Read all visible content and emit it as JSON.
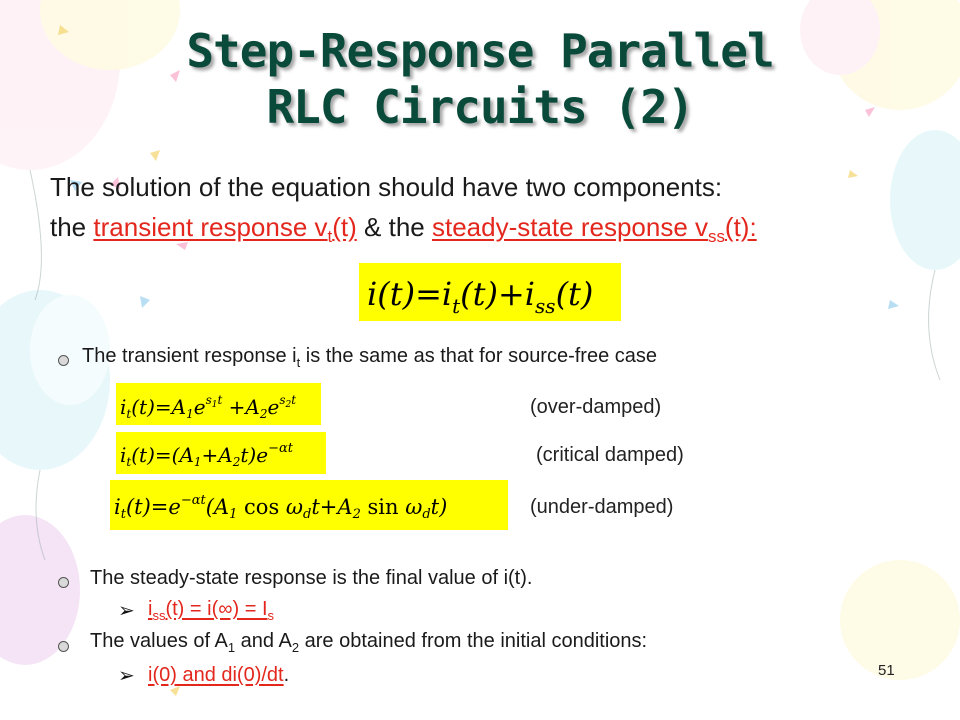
{
  "title": {
    "line1": "Step-Response Parallel",
    "line2": "RLC Circuits (2)"
  },
  "intro": {
    "line1": "The solution of the equation should have two components:",
    "line2_prefix": "the",
    "transient_label": "transient response v",
    "transient_sub": "t",
    "transient_suffix": "(t)",
    "amp": "&",
    "amp_the": "the",
    "steady_label": "steady-state response v",
    "steady_sub": "ss",
    "steady_suffix": "(t):"
  },
  "bullets": {
    "b1_prefix": "The transient response i",
    "b1_sub": "t",
    "b1_suffix": "is the same as that for source-free case",
    "b2": "The steady-state response is the final value of i(t).",
    "b2_sub_i": "i",
    "b2_sub_ss": "ss",
    "b2_sub_rest": "(t) = i(∞) = I",
    "b2_sub_s": "s",
    "b3_prefix": "The values of A",
    "b3_sub1": "1",
    "b3_mid": "and A",
    "b3_sub2": "2",
    "b3_suffix": "are obtained from the initial conditions:",
    "b4": "i(0) and di(0)/dt",
    "b4_period": "."
  },
  "labels": {
    "over": "(over-damped)",
    "critical": "(critical damped)",
    "under": "(under-damped)"
  },
  "page_number": "51",
  "colors": {
    "title": "#0a4a3a",
    "accent": "#e3271d",
    "highlight": "#ffff00"
  }
}
